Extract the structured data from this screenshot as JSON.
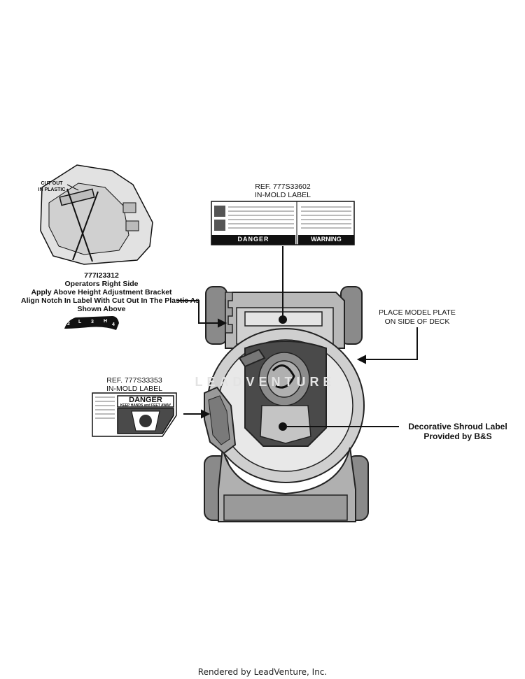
{
  "callouts": {
    "ref_top": {
      "ref": "REF. 777S33602",
      "type": "IN-MOLD LABEL"
    },
    "ref_left": {
      "ref": "REF. 777S33353",
      "type": "IN-MOLD LABEL"
    },
    "model_plate": {
      "line1": "PLACE MODEL PLATE",
      "line2": "ON SIDE OF DECK"
    },
    "shroud": {
      "line1": "Decorative Shroud Label",
      "line2": "Provided by B&S"
    },
    "bracket": {
      "part": "777I23312",
      "line1": "Operators Right Side",
      "line2": "Apply Above Height Adjustment Bracket",
      "line3": "Align Notch In Label With Cut Out In The Plastic As",
      "line4": "Shown Above"
    },
    "cutout": {
      "line1": "CUT OUT",
      "line2": "IN PLASTIC"
    }
  },
  "height_label": {
    "marks": [
      "2",
      "L",
      "3",
      "H",
      "4"
    ]
  },
  "labels": {
    "danger": "DANGER",
    "danger_sub": "KEEP HANDS and FEET AWAY",
    "warning": "WARNING"
  },
  "watermark": "LEADVENTURE",
  "footer": "Rendered by LeadVenture, Inc."
}
